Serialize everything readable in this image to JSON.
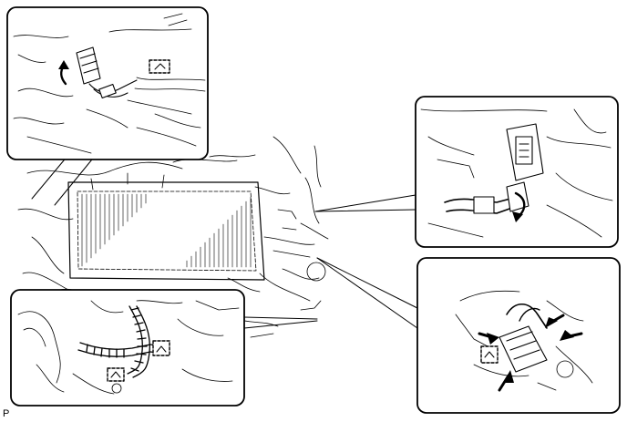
{
  "figure": {
    "corner_code": "P",
    "callouts": [
      {
        "name": "callout-top-left",
        "contents": [
          "connector",
          "release-arrow-icon",
          "clamp-icon"
        ]
      },
      {
        "name": "callout-right",
        "contents": [
          "connector",
          "release-arrow-icon"
        ]
      },
      {
        "name": "callout-bottom-right",
        "contents": [
          "connector",
          "clamp-icon",
          "push-arrow-icon"
        ]
      },
      {
        "name": "callout-bottom-left",
        "contents": [
          "wire-harness",
          "clamp-icon"
        ]
      }
    ],
    "line_color": "#000000",
    "background_color": "#ffffff"
  }
}
